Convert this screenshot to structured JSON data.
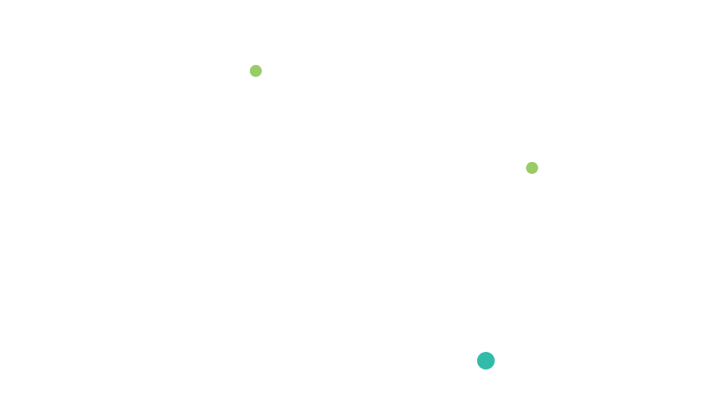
{
  "scene": {
    "background": "#ffffff",
    "dots": [
      {
        "name": "green-dot",
        "color": "#99cc66"
      },
      {
        "name": "green-dot",
        "color": "#99cc66"
      },
      {
        "name": "teal-dot",
        "color": "#33bbaa"
      }
    ]
  }
}
